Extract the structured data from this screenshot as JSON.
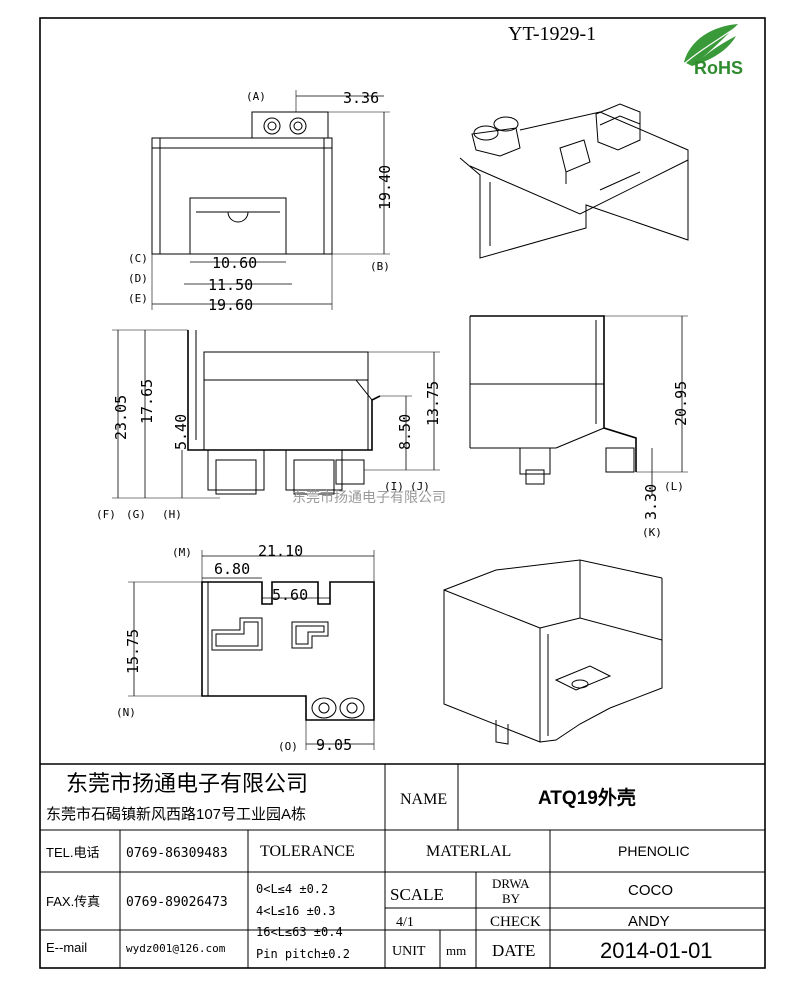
{
  "drawing_number": "YT-1929-1",
  "logo": {
    "text": "RoHS",
    "color": "#2e8b2e"
  },
  "watermark": "东莞市扬通电子有限公司",
  "dimensions": {
    "a_336": "3.36",
    "b_1940": "19.40",
    "c_1060": "10.60",
    "d_1150": "11.50",
    "e_1960": "19.60",
    "f_2305": "23.05",
    "g_1765": "17.65",
    "h_540": "5.40",
    "i_850": "8.50",
    "j_1375": "13.75",
    "l_2095": "20.95",
    "k_330": "3.30",
    "m_2110": "21.10",
    "m_680": "6.80",
    "m_560": "5.60",
    "n_1575": "15.75",
    "o_905": "9.05"
  },
  "refs": {
    "A": "A",
    "B": "B",
    "C": "C",
    "D": "D",
    "E": "E",
    "F": "F",
    "G": "G",
    "H": "H",
    "I": "I",
    "J": "J",
    "K": "K",
    "L": "L",
    "M": "M",
    "N": "N",
    "O": "O"
  },
  "title_block": {
    "company": "东莞市扬通电子有限公司",
    "address": "东莞市石碣镇新风西路107号工业园A栋",
    "name_label": "NAME",
    "name_value": "ATQ19外壳",
    "tel_label": "TEL.电话",
    "tel_value": "0769-86309483",
    "fax_label": "FAX.传真",
    "fax_value": "0769-89026473",
    "email_label": "E--mail",
    "email_value": "wydz001@126.com",
    "tolerance_label": "TOLERANCE",
    "tol1": "0<L≤4  ±0.2",
    "tol2": "4<L≤16 ±0.3",
    "tol3": "16<L≤63 ±0.4",
    "tol4": "Pin pitch±0.2",
    "material_label": "MATERLAL",
    "material_value": "PHENOLIC",
    "scale_label": "SCALE",
    "scale_value": "4/1",
    "drwa_label1": "DRWA",
    "drwa_label2": "BY",
    "drwa_value": "COCO",
    "check_label": "CHECK",
    "check_value": "ANDY",
    "unit_label": "UNIT",
    "unit_value": "mm",
    "date_label": "DATE",
    "date_value": "2014-01-01"
  }
}
